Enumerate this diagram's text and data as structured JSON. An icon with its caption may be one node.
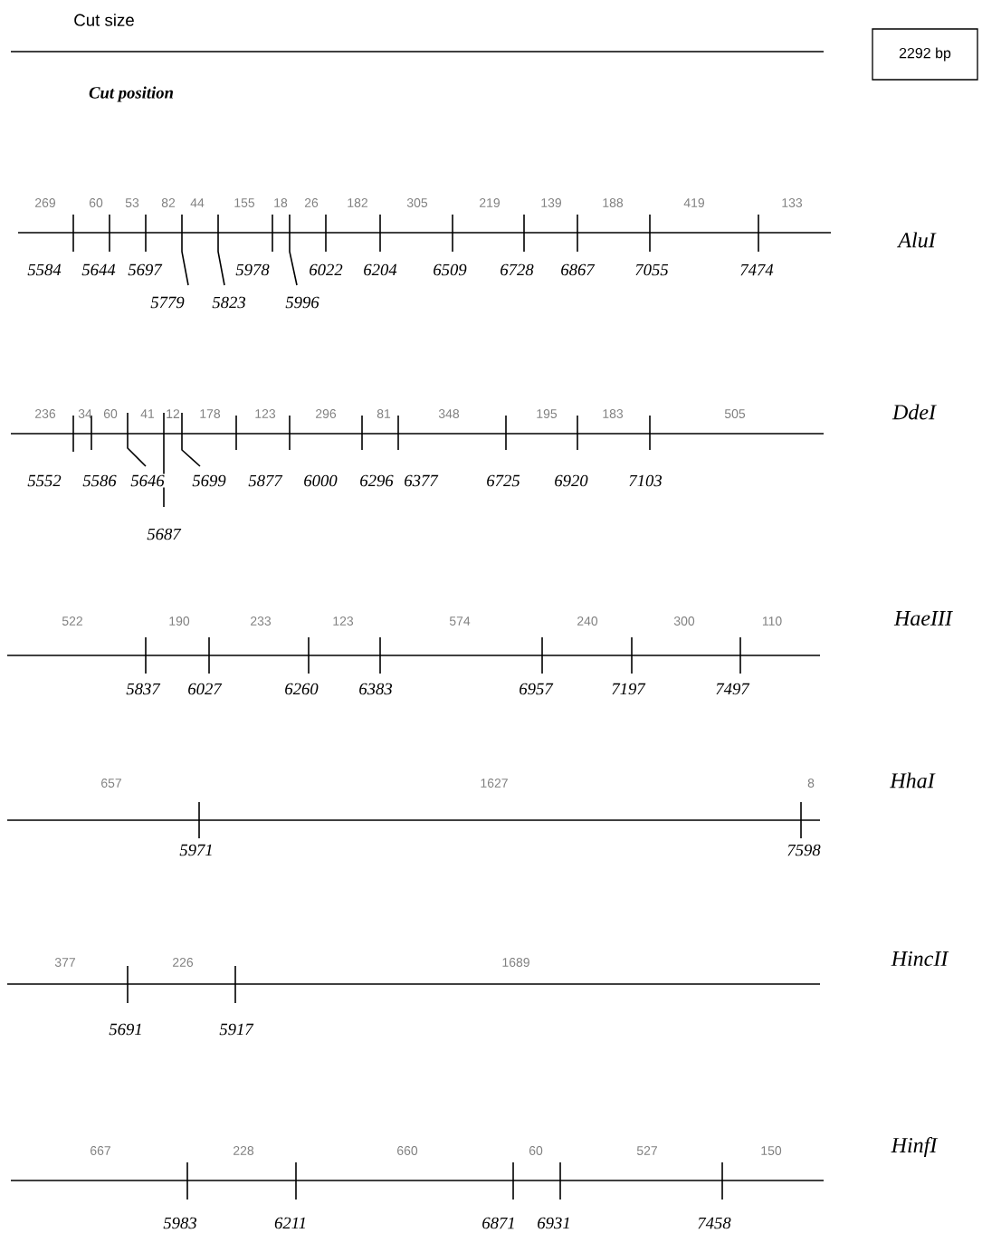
{
  "diagram": {
    "nodes": [
      {
        "text": [
          "2292 bp"
        ]
      }
    ],
    "labels": [
      "Cut size",
      "Cut position",
      "269",
      "60",
      "53",
      "82",
      "44",
      "155",
      "18",
      "26",
      "182",
      "305",
      "219",
      "139",
      "188",
      "419",
      "133",
      "5584",
      "5644",
      "5697",
      "5779",
      "5823",
      "5978",
      "5996",
      "6022",
      "6204",
      "6509",
      "6728",
      "6867",
      "7055",
      "7474",
      "AluI",
      "236",
      "34",
      "60",
      "41",
      "12",
      "178",
      "123",
      "296",
      "81",
      "348",
      "195",
      "183",
      "505",
      "5552",
      "5586",
      "5646",
      "5699",
      "5877",
      "6000",
      "6296",
      "6377",
      "6725",
      "6920",
      "7103",
      "5687",
      "DdeI",
      "522",
      "190",
      "233",
      "123",
      "574",
      "240",
      "300",
      "110",
      "5837",
      "6027",
      "6260",
      "6383",
      "6957",
      "7197",
      "7497",
      "HaeIII",
      "657",
      "1627",
      "8",
      "5971",
      "7598",
      "HhaI",
      "377",
      "226",
      "1689",
      "5691",
      "5917",
      "HincII",
      "667",
      "228",
      "660",
      "60",
      "527",
      "150",
      "5983",
      "6211",
      "6871",
      "6931",
      "7458",
      "HinfI"
    ]
  }
}
